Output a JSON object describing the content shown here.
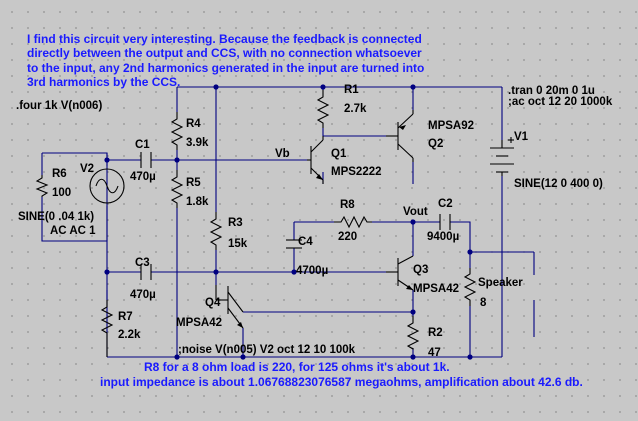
{
  "notes": {
    "intro": [
      "I find this circuit very interesting. Because the feedback is connected",
      "directly between the output and CCS, with no connection whatsoever",
      "to the input, any 2nd harmonics generated in the input are turned into",
      "3rd harmonics by the CCS."
    ],
    "bottom": [
      "R8 for a 8 ohm load is 220, for 125 ohms it's about 1k.",
      "input impedance is about 1.06768823076587 megaohms, amplification about 42.6 db."
    ]
  },
  "directives": {
    "four": ".four 1k V(n006)",
    "tran": ".tran 0 20m 0 1u",
    "ac": ";ac oct 12 20 1000k",
    "noise": ";noise V(n005) V2 oct 12 10 100k"
  },
  "components": {
    "R1": {
      "name": "R1",
      "value": "2.7k"
    },
    "R2": {
      "name": "R2",
      "value": "47"
    },
    "R3": {
      "name": "R3",
      "value": "15k"
    },
    "R4": {
      "name": "R4",
      "value": "3.9k"
    },
    "R5": {
      "name": "R5",
      "value": "1.8k"
    },
    "R6": {
      "name": "R6",
      "value": "100"
    },
    "R7": {
      "name": "R7",
      "value": "2.2k"
    },
    "R8": {
      "name": "R8",
      "value": "220"
    },
    "C1": {
      "name": "C1",
      "value": "470µ"
    },
    "C2": {
      "name": "C2",
      "value": "9400µ"
    },
    "C3": {
      "name": "C3",
      "value": "470µ"
    },
    "C4": {
      "name": "C4",
      "value": "4700µ"
    },
    "Q1": {
      "name": "Q1",
      "value": "MPS2222"
    },
    "Q2": {
      "name": "Q2",
      "value": "MPSA92"
    },
    "Q3": {
      "name": "Q3",
      "value": "MPSA42"
    },
    "Q4": {
      "name": "Q4",
      "value": "MPSA42"
    },
    "V1": {
      "name": "V1",
      "value": "SINE(12 0 400 0)"
    },
    "V2": {
      "name": "V2",
      "value": "SINE(0 .04 1k)",
      "ac": "AC AC 1"
    },
    "Speaker": {
      "name": "Speaker",
      "value": "8"
    }
  },
  "nets": {
    "vb": "Vb",
    "vout": "Vout"
  },
  "colors": {
    "wire": "#000080",
    "component": "#000000",
    "note": "#1a1aff",
    "background": "#c8c8c8",
    "grid_dot": "#8c8c8c"
  }
}
